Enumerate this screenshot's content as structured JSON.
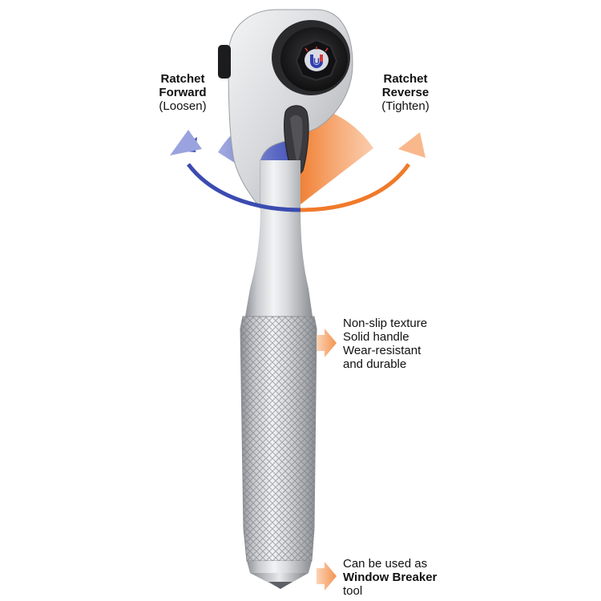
{
  "labels": {
    "forward": {
      "title_line1": "Ratchet",
      "title_line2": "Forward",
      "sub": "(Loosen)"
    },
    "reverse": {
      "title_line1": "Ratchet",
      "title_line2": "Reverse",
      "sub": "(Tighten)"
    },
    "handle_features": [
      "Non-slip texture",
      "Solid handle",
      "Wear-resistant",
      "and durable"
    ],
    "window_breaker": {
      "line1": "Can be used as",
      "line2": "Window Breaker",
      "line3": "tool"
    }
  },
  "socket_logo_text": "U",
  "colors": {
    "forward_blue": "#3b4bb0",
    "reverse_orange": "#f07a2a",
    "callout_orange": "#f7a36a",
    "steel_light": "#e6e7ea",
    "steel_dark": "#9fa3a9"
  },
  "icons": {
    "forward_arrow": "arc-arrow-left",
    "reverse_arrow": "arc-arrow-right",
    "callout_arrow": "arrow-right-block",
    "magnet": "horseshoe-magnet"
  }
}
